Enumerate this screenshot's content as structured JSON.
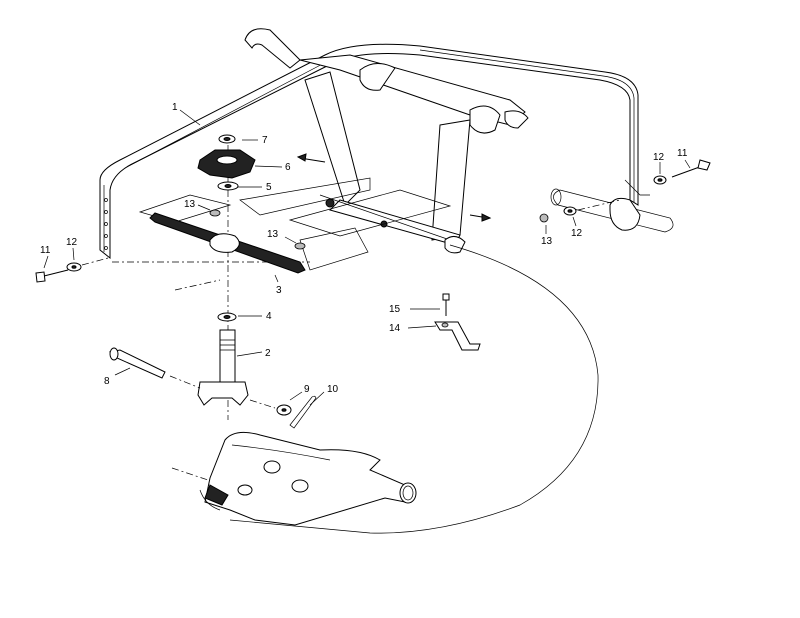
{
  "callouts": [
    {
      "id": "c1",
      "label": "1"
    },
    {
      "id": "c2",
      "label": "2"
    },
    {
      "id": "c3",
      "label": "3"
    },
    {
      "id": "c4",
      "label": "4"
    },
    {
      "id": "c5",
      "label": "5"
    },
    {
      "id": "c6",
      "label": "6"
    },
    {
      "id": "c7",
      "label": "7"
    },
    {
      "id": "c8",
      "label": "8"
    },
    {
      "id": "c9",
      "label": "9"
    },
    {
      "id": "c10",
      "label": "10"
    },
    {
      "id": "c11a",
      "label": "11"
    },
    {
      "id": "c11b",
      "label": "11"
    },
    {
      "id": "c12a",
      "label": "12"
    },
    {
      "id": "c12b",
      "label": "12"
    },
    {
      "id": "c12c",
      "label": "12"
    },
    {
      "id": "c13a",
      "label": "13"
    },
    {
      "id": "c13b",
      "label": "13"
    },
    {
      "id": "c13c",
      "label": "13"
    },
    {
      "id": "c14",
      "label": "14"
    },
    {
      "id": "c15",
      "label": "15"
    }
  ]
}
